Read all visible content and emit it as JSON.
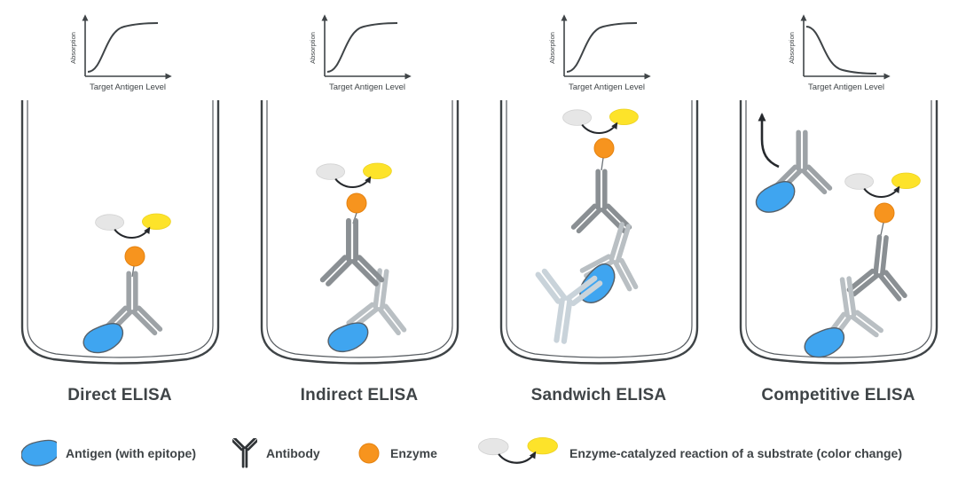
{
  "panels": [
    {
      "id": "direct",
      "title": "Direct ELISA",
      "chart": {
        "type": "line",
        "ylabel": "Absorption",
        "xlabel": "Target Antigen Level",
        "curve": "increasing"
      }
    },
    {
      "id": "indirect",
      "title": "Indirect ELISA",
      "chart": {
        "type": "line",
        "ylabel": "Absorption",
        "xlabel": "Target Antigen Level",
        "curve": "increasing"
      }
    },
    {
      "id": "sandwich",
      "title": "Sandwich ELISA",
      "chart": {
        "type": "line",
        "ylabel": "Absorption",
        "xlabel": "Target Antigen Level",
        "curve": "increasing"
      }
    },
    {
      "id": "competitive",
      "title": "Competitive ELISA",
      "chart": {
        "type": "line",
        "ylabel": "Absorption",
        "xlabel": "Target Antigen Level",
        "curve": "decreasing"
      }
    }
  ],
  "legend": {
    "items": [
      {
        "icon": "antigen-icon",
        "label": "Antigen (with epitope)"
      },
      {
        "icon": "antibody-icon",
        "label": "Antibody"
      },
      {
        "icon": "enzyme-icon",
        "label": "Enzyme"
      },
      {
        "icon": "reaction-icon",
        "label": "Enzyme-catalyzed reaction of a substrate (color change)"
      }
    ]
  },
  "colors": {
    "ink": "#3f4447",
    "antigen_blue": "#3fa5f0",
    "enzyme_orange": "#f7941e",
    "substrate_gray": "#e6e6e6",
    "product_yellow": "#fde32a",
    "antibody_gray": "#9da2a6",
    "antibody_dark": "#8a8f93",
    "antibody_light": "#b9bfc3",
    "antibody_capture": "#c9d3da",
    "legend_antibody": "#2f3336"
  }
}
